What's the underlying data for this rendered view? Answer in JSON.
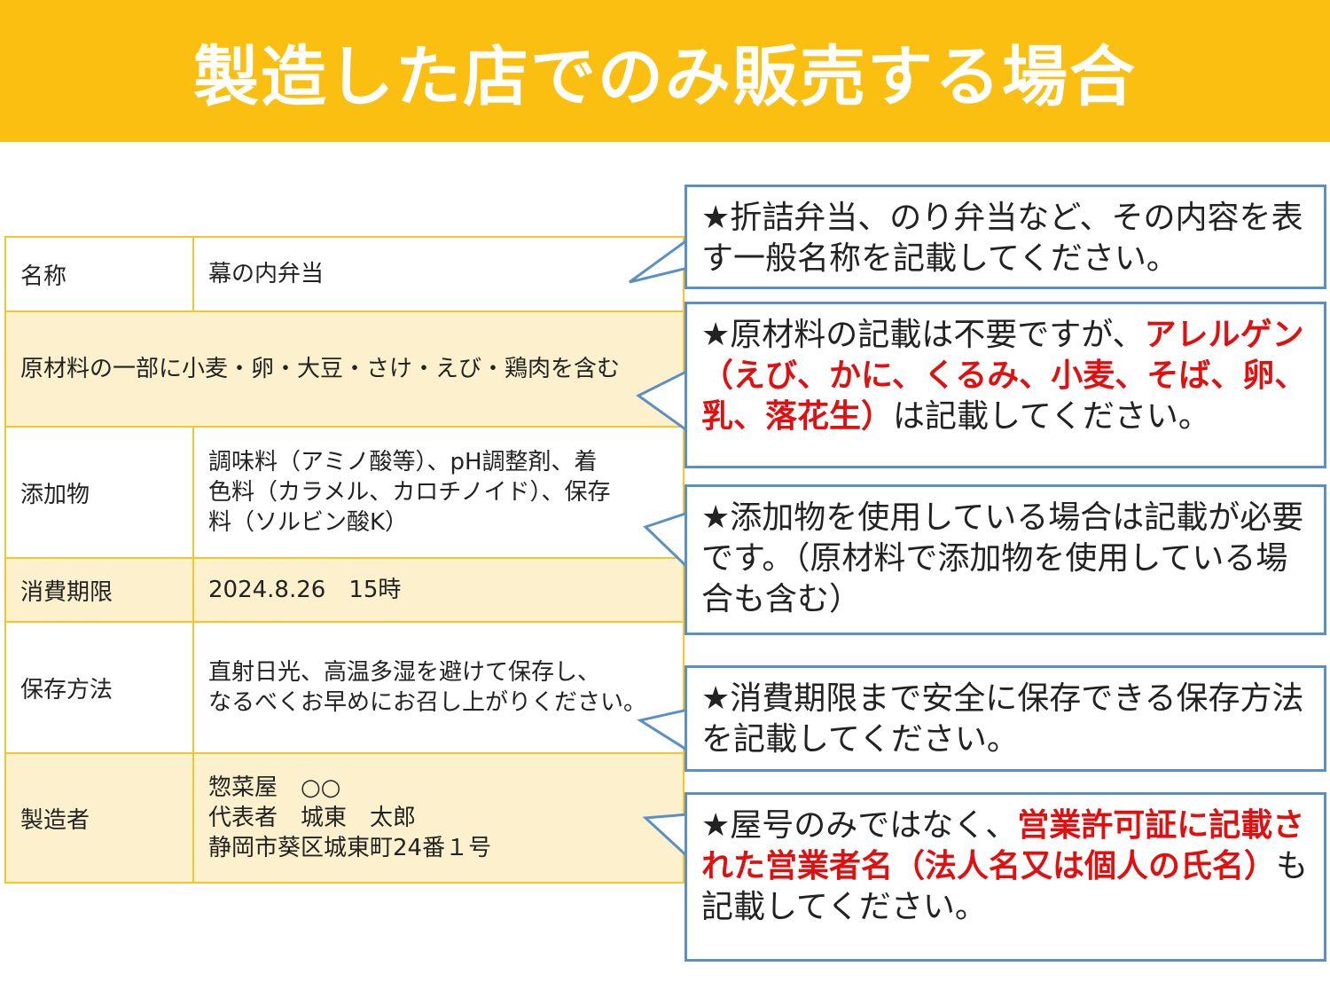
{
  "header": {
    "title": "製造した店でのみ販売する場合"
  },
  "label": {
    "name_key": "名称",
    "name_value": "幕の内弁当",
    "raw_materials": "原材料の一部に小麦・卵・大豆・さけ・えび・鶏肉を含む",
    "additives_key": "添加物",
    "additives_value": "調味料（アミノ酸等）、pH調整剤、着\n色料（カラメル、カロチノイド）、保存\n料（ソルビン酸K）",
    "expiry_key": "消費期限",
    "expiry_value": "2024.8.26　15時",
    "storage_key": "保存方法",
    "storage_value": "直射日光、高温多湿を避けて保存し、\nなるべくお早めにお召し上がりください。",
    "maker_key": "製造者",
    "maker_value": "惣菜屋　○○\n代表者　城東　太郎\n静岡市葵区城東町24番１号"
  },
  "callouts": {
    "name_note": "★折詰弁当、のり弁当など、その内容を表す一般名称を記載してください。",
    "allergen_pre": "★原材料の記載は不要ですが、",
    "allergen_red": "アレルゲン（えび、かに、くるみ、小麦、そば、卵、乳、落花生）",
    "allergen_post": "は記載してください。",
    "additive_note": "★添加物を使用している場合は記載が必要です。（原材料で添加物を使用している場合も含む）",
    "storage_note": "★消費期限まで安全に保存できる保存方法を記載してください。",
    "maker_pre": "★屋号のみではなく、",
    "maker_red": "営業許可証に記載された営業者名（法人名又は個人の氏名）",
    "maker_post": "も記載してください。"
  },
  "colors": {
    "banner": "#fbbf12",
    "table_border": "#f2c62c",
    "row_shade": "#fdf0cd",
    "callout_border": "#5b90c4",
    "emphasis": "#e01010"
  }
}
